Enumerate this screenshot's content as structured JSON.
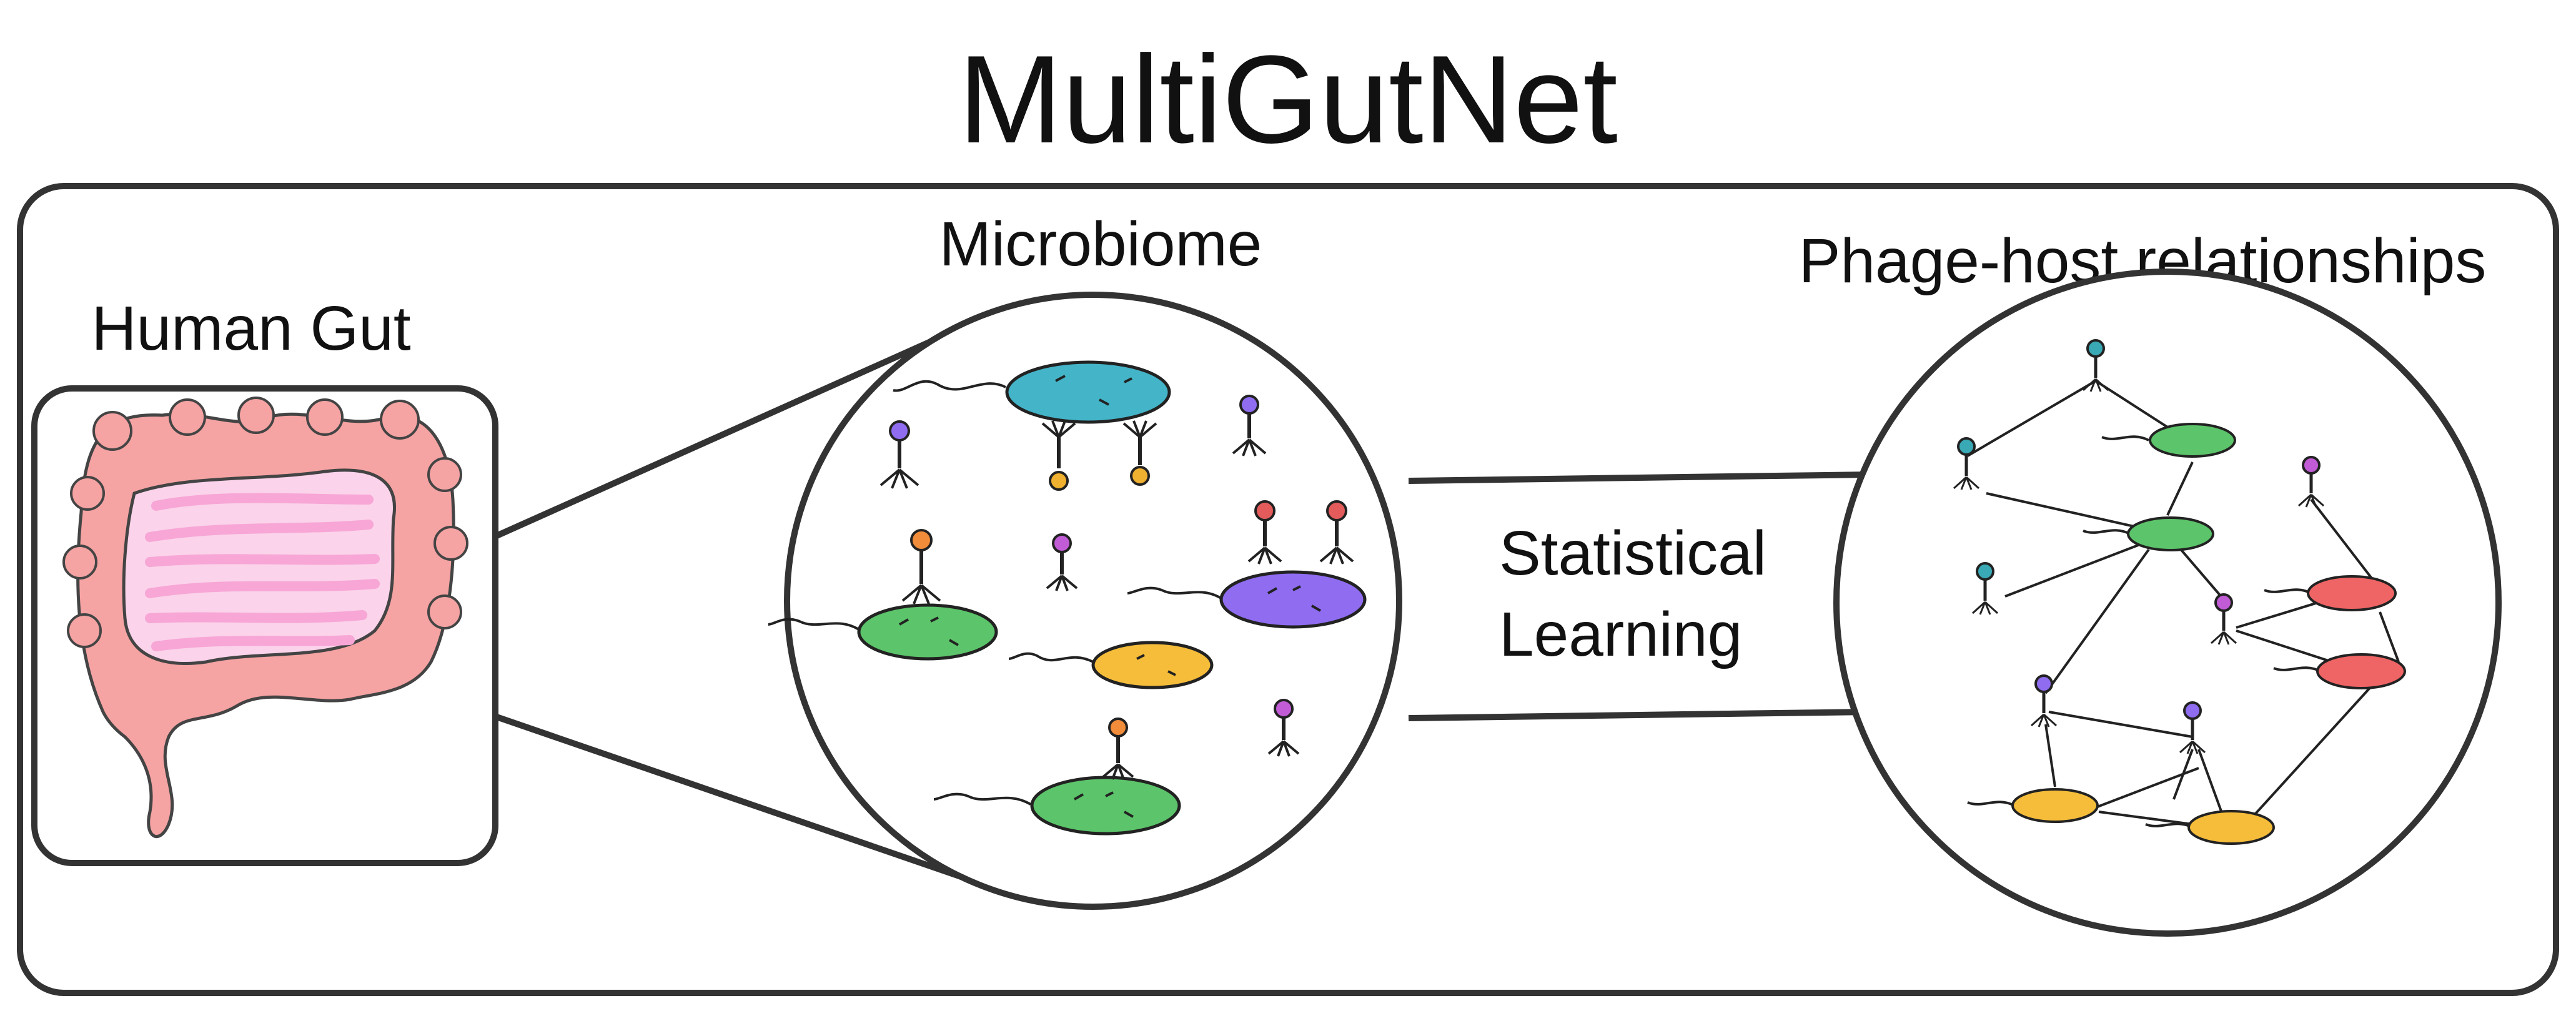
{
  "title": "MultiGutNet",
  "labels": {
    "gut": "Human Gut",
    "microbiome": "Microbiome",
    "phage_host": "Phage-host relationships",
    "method_line1": "Statistical",
    "method_line2": "Learning"
  },
  "colors": {
    "outline": "#333333",
    "gut_pink": "#f5a3a3",
    "gut_inner": "#fbd3ea",
    "gut_stripe": "#f7a6d6",
    "teal": "#44b4c8",
    "green": "#5cc46a",
    "orange_cell": "#f5bd3a",
    "purple": "#8f6cf0",
    "red": "#ef6464",
    "phage_purple": "#9b6ae8",
    "phage_orange": "#f08c3a",
    "phage_magenta": "#c25cd6",
    "phage_red": "#e35b5b",
    "phage_teal": "#3aa9b6",
    "phage_yellow": "#f0b030"
  }
}
